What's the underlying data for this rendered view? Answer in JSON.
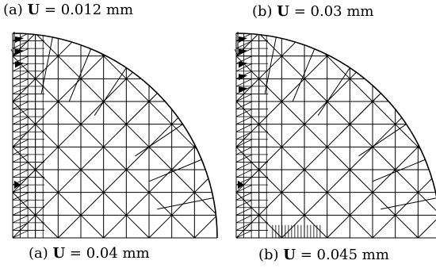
{
  "captions": [
    {
      "prefix": "(a) ",
      "u": "U",
      "rest": " = 0.012 mm"
    },
    {
      "prefix": "(b) ",
      "u": "U",
      "rest": " = 0.03 mm"
    },
    {
      "prefix": "(a) ",
      "u": "U",
      "rest": " = 0.04 mm"
    },
    {
      "prefix": "(b) ",
      "u": "U",
      "rest": " = 0.045 mm"
    }
  ],
  "panels": [
    {
      "dense_depth": 0.08,
      "wedge_band": 0.16
    },
    {
      "dense_depth": 0.18,
      "wedge_band": 0.28
    },
    {
      "dense_depth": 0.28,
      "wedge_band": 0.38
    },
    {
      "dense_depth": 0.38,
      "wedge_band": 0.52
    }
  ]
}
